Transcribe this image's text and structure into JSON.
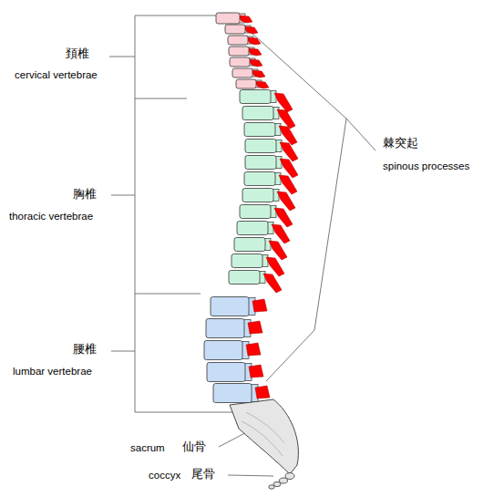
{
  "diagram": {
    "labels": [
      "頚椎",
      "cervical vertebrae",
      "胸椎",
      "thoracic vertebrae",
      "腰椎",
      "lumbar vertebrae",
      "棘突起",
      "spinous processes",
      "sacrum",
      "仙骨",
      "coccyx",
      "尾骨"
    ]
  }
}
